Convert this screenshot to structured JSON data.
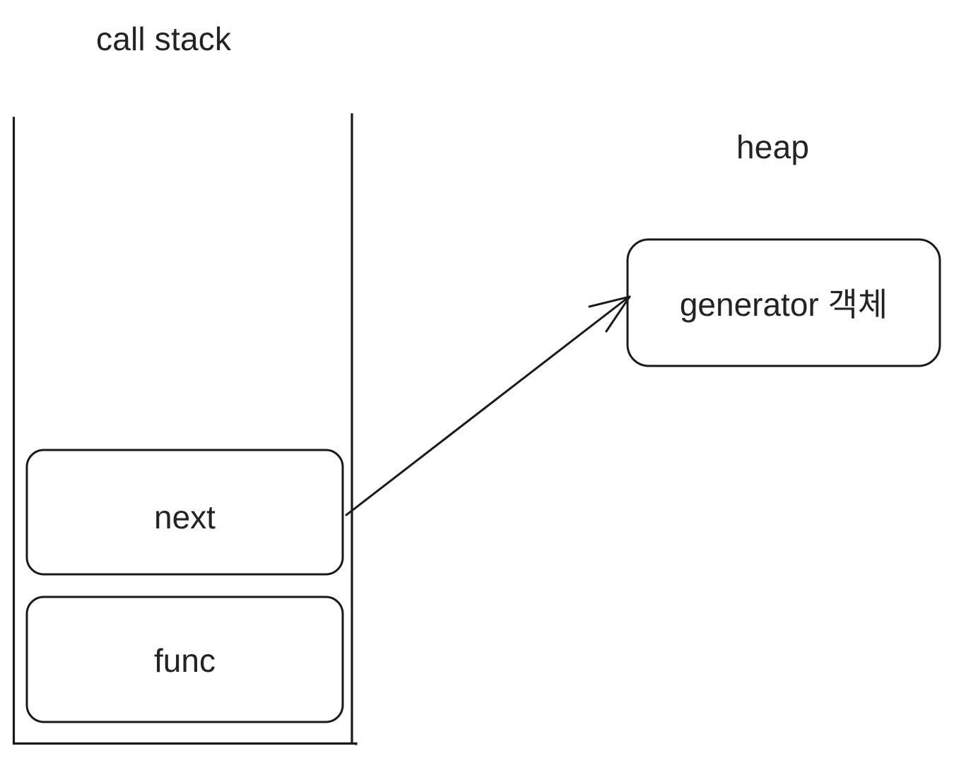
{
  "diagram": {
    "type": "memory-model-diagram",
    "background_color": "#ffffff",
    "stroke_color": "#1a1a1a",
    "text_color": "#232323",
    "call_stack": {
      "title": "call stack",
      "frames": [
        {
          "label": "next",
          "position": "top"
        },
        {
          "label": "func",
          "position": "bottom"
        }
      ]
    },
    "heap": {
      "title": "heap",
      "objects": [
        {
          "label": "generator 객체"
        }
      ]
    },
    "arrow": {
      "from": "next",
      "to": "generator 객체",
      "style": "open-arrowhead",
      "direction": "up-right"
    }
  }
}
